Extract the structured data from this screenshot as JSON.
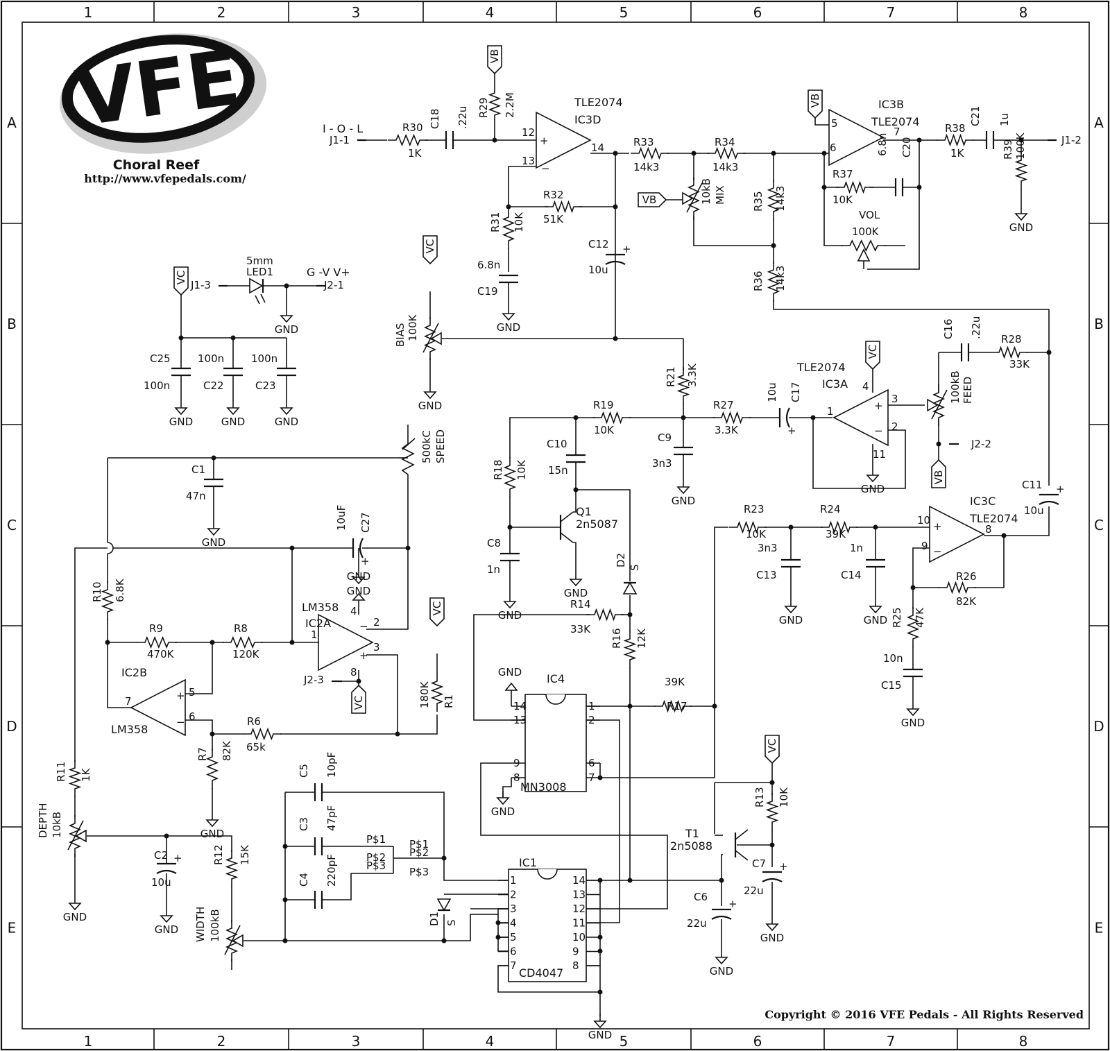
{
  "frame": {
    "col_labels": [
      "1",
      "2",
      "3",
      "4",
      "5",
      "6",
      "7",
      "8"
    ],
    "row_labels": [
      "A",
      "B",
      "C",
      "D",
      "E"
    ]
  },
  "logo": {
    "text": "VFE",
    "subtitle": "Choral Reef",
    "url": "http://www.vfepedals.com/"
  },
  "copyright": "Copyright © 2016 VFE Pedals - All Rights Reserved",
  "labels": [
    {
      "id": "iol",
      "text": "I - O - L"
    },
    {
      "id": "j11",
      "text": "J1-1"
    },
    {
      "id": "j12",
      "text": "J1-2"
    },
    {
      "id": "j13",
      "text": "J1-3"
    },
    {
      "id": "j21",
      "text": "J2-1"
    },
    {
      "id": "j22",
      "text": "J2-2"
    },
    {
      "id": "j23",
      "text": "J2-3"
    },
    {
      "id": "gvv",
      "text": "G -V  V+"
    },
    {
      "id": "led1",
      "text": "LED1"
    },
    {
      "id": "led5mm",
      "text": "5mm"
    },
    {
      "id": "r30",
      "text": "R30"
    },
    {
      "id": "r30v",
      "text": "1K"
    },
    {
      "id": "c18",
      "text": "C18"
    },
    {
      "id": "c18v",
      "text": ".22u"
    },
    {
      "id": "r29",
      "text": "R29"
    },
    {
      "id": "r29v",
      "text": "2.2M"
    },
    {
      "id": "ic3dt",
      "text": "TLE2074"
    },
    {
      "id": "ic3d",
      "text": "IC3D"
    },
    {
      "id": "r33",
      "text": "R33"
    },
    {
      "id": "r33v",
      "text": "14k3"
    },
    {
      "id": "r34",
      "text": "R34"
    },
    {
      "id": "r34v",
      "text": "14k3"
    },
    {
      "id": "r32",
      "text": "R32"
    },
    {
      "id": "r32v",
      "text": "51K"
    },
    {
      "id": "r31",
      "text": "R31"
    },
    {
      "id": "r31v",
      "text": "10K"
    },
    {
      "id": "c19v",
      "text": "6.8n"
    },
    {
      "id": "c19",
      "text": "C19"
    },
    {
      "id": "c12",
      "text": "C12"
    },
    {
      "id": "c12v",
      "text": "10u"
    },
    {
      "id": "mixv",
      "text": "10kB"
    },
    {
      "id": "mix",
      "text": "MIX"
    },
    {
      "id": "r35",
      "text": "R35"
    },
    {
      "id": "r35v",
      "text": "14k3"
    },
    {
      "id": "r36",
      "text": "R36"
    },
    {
      "id": "r36v",
      "text": "14k3"
    },
    {
      "id": "ic3b",
      "text": "IC3B"
    },
    {
      "id": "ic3bt",
      "text": "TLE2074"
    },
    {
      "id": "r38",
      "text": "R38"
    },
    {
      "id": "r38v",
      "text": "1K"
    },
    {
      "id": "c21",
      "text": "C21"
    },
    {
      "id": "c21v",
      "text": "1u"
    },
    {
      "id": "r39",
      "text": "R39"
    },
    {
      "id": "r39v",
      "text": "100K"
    },
    {
      "id": "r37",
      "text": "R37"
    },
    {
      "id": "r37v",
      "text": "10K"
    },
    {
      "id": "c20v",
      "text": "6.8n"
    },
    {
      "id": "c20",
      "text": "C20"
    },
    {
      "id": "vol",
      "text": "VOL"
    },
    {
      "id": "volv",
      "text": "100K"
    },
    {
      "id": "c25",
      "text": "C25"
    },
    {
      "id": "c25v",
      "text": "100n"
    },
    {
      "id": "c22v",
      "text": "100n"
    },
    {
      "id": "c22",
      "text": "C22"
    },
    {
      "id": "c23v",
      "text": "100n"
    },
    {
      "id": "c23",
      "text": "C23"
    },
    {
      "id": "bias",
      "text": "BIAS"
    },
    {
      "id": "biasv",
      "text": "100K"
    },
    {
      "id": "c16",
      "text": "C16"
    },
    {
      "id": "c16v",
      "text": ".22u"
    },
    {
      "id": "r28",
      "text": "R28"
    },
    {
      "id": "r28v",
      "text": "33K"
    },
    {
      "id": "ic3at",
      "text": "TLE2074"
    },
    {
      "id": "ic3a",
      "text": "IC3A"
    },
    {
      "id": "feedv",
      "text": "100kB"
    },
    {
      "id": "feed",
      "text": "FEED"
    },
    {
      "id": "r21",
      "text": "R21"
    },
    {
      "id": "r21v",
      "text": "3.3K"
    },
    {
      "id": "r19",
      "text": "R19"
    },
    {
      "id": "r19v",
      "text": "10K"
    },
    {
      "id": "r27",
      "text": "R27"
    },
    {
      "id": "r27v",
      "text": "3.3K"
    },
    {
      "id": "c17",
      "text": "C17"
    },
    {
      "id": "c17v",
      "text": "10u"
    },
    {
      "id": "c9",
      "text": "C9"
    },
    {
      "id": "c9v",
      "text": "3n3"
    },
    {
      "id": "c10",
      "text": "C10"
    },
    {
      "id": "c10v",
      "text": "15n"
    },
    {
      "id": "r18",
      "text": "R18"
    },
    {
      "id": "r18v",
      "text": "10K"
    },
    {
      "id": "q1",
      "text": "Q1"
    },
    {
      "id": "q1v",
      "text": "2n5087"
    },
    {
      "id": "c8",
      "text": "C8"
    },
    {
      "id": "c8v",
      "text": "1n"
    },
    {
      "id": "d2",
      "text": "D2"
    },
    {
      "id": "d2s",
      "text": "S"
    },
    {
      "id": "c1",
      "text": "C1"
    },
    {
      "id": "c1v",
      "text": "47n"
    },
    {
      "id": "speedv",
      "text": "500kC"
    },
    {
      "id": "speed",
      "text": "SPEED"
    },
    {
      "id": "c27v",
      "text": "10uF"
    },
    {
      "id": "c27",
      "text": "C27"
    },
    {
      "id": "r10",
      "text": "R10"
    },
    {
      "id": "r10v",
      "text": "6.8K"
    },
    {
      "id": "r9",
      "text": "R9"
    },
    {
      "id": "r9v",
      "text": "470K"
    },
    {
      "id": "r8",
      "text": "R8"
    },
    {
      "id": "r8v",
      "text": "120K"
    },
    {
      "id": "lm358a",
      "text": "LM358"
    },
    {
      "id": "ic2a",
      "text": "IC2A"
    },
    {
      "id": "ic2b",
      "text": "IC2B"
    },
    {
      "id": "lm358b",
      "text": "LM358"
    },
    {
      "id": "r6",
      "text": "R6"
    },
    {
      "id": "r6v",
      "text": "65k"
    },
    {
      "id": "r7",
      "text": "R7"
    },
    {
      "id": "r7v",
      "text": "82K"
    },
    {
      "id": "r1",
      "text": "R1"
    },
    {
      "id": "r1v",
      "text": "180K"
    },
    {
      "id": "r14",
      "text": "R14"
    },
    {
      "id": "r14v",
      "text": "33K"
    },
    {
      "id": "r16",
      "text": "R16"
    },
    {
      "id": "r16v",
      "text": "12K"
    },
    {
      "id": "ic4",
      "text": "IC4"
    },
    {
      "id": "mn3008",
      "text": "MN3008"
    },
    {
      "id": "r17v",
      "text": "39K"
    },
    {
      "id": "r17",
      "text": "R17"
    },
    {
      "id": "r23",
      "text": "R23"
    },
    {
      "id": "r23v",
      "text": "10K"
    },
    {
      "id": "r24",
      "text": "R24"
    },
    {
      "id": "r24v",
      "text": "39K"
    },
    {
      "id": "c13v",
      "text": "3n3"
    },
    {
      "id": "c13",
      "text": "C13"
    },
    {
      "id": "c14v",
      "text": "1n"
    },
    {
      "id": "c14",
      "text": "C14"
    },
    {
      "id": "ic3c",
      "text": "IC3C"
    },
    {
      "id": "ic3ct",
      "text": "TLE2074"
    },
    {
      "id": "c11",
      "text": "C11"
    },
    {
      "id": "c11v",
      "text": "10u"
    },
    {
      "id": "r26",
      "text": "R26"
    },
    {
      "id": "r26v",
      "text": "82K"
    },
    {
      "id": "r25",
      "text": "R25"
    },
    {
      "id": "r25v",
      "text": "47K"
    },
    {
      "id": "c15v",
      "text": "10n"
    },
    {
      "id": "c15",
      "text": "C15"
    },
    {
      "id": "r11",
      "text": "R11"
    },
    {
      "id": "r11v",
      "text": "1K"
    },
    {
      "id": "depth",
      "text": "DEPTH"
    },
    {
      "id": "depthv",
      "text": "10kB"
    },
    {
      "id": "c2",
      "text": "C2"
    },
    {
      "id": "c2v",
      "text": "10u"
    },
    {
      "id": "r12",
      "text": "R12"
    },
    {
      "id": "r12v",
      "text": "15K"
    },
    {
      "id": "width",
      "text": "WIDTH"
    },
    {
      "id": "widthv",
      "text": "100kB"
    },
    {
      "id": "c5",
      "text": "C5"
    },
    {
      "id": "c5v",
      "text": "10pF"
    },
    {
      "id": "c3",
      "text": "C3"
    },
    {
      "id": "c3v",
      "text": "47pF"
    },
    {
      "id": "c4",
      "text": "C4"
    },
    {
      "id": "c4v",
      "text": "220pF"
    },
    {
      "id": "ps1",
      "text": "P$1"
    },
    {
      "id": "ps2",
      "text": "P$2"
    },
    {
      "id": "ps3",
      "text": "P$3"
    },
    {
      "id": "ps1b",
      "text": "P$1"
    },
    {
      "id": "ps2b",
      "text": "P$2"
    },
    {
      "id": "ps3b",
      "text": "P$3"
    },
    {
      "id": "d1",
      "text": "D1"
    },
    {
      "id": "d1s",
      "text": "S"
    },
    {
      "id": "ic1",
      "text": "IC1"
    },
    {
      "id": "cd4047",
      "text": "CD4047"
    },
    {
      "id": "t1",
      "text": "T1"
    },
    {
      "id": "t1v",
      "text": "2n5088"
    },
    {
      "id": "r13",
      "text": "R13"
    },
    {
      "id": "r13v",
      "text": "10K"
    },
    {
      "id": "c7",
      "text": "C7"
    },
    {
      "id": "c7v",
      "text": "22u"
    },
    {
      "id": "c6",
      "text": "C6"
    },
    {
      "id": "c6v",
      "text": "22u"
    }
  ],
  "gnd_label": "GND",
  "vb_label": "VB",
  "vc_label": "VC"
}
